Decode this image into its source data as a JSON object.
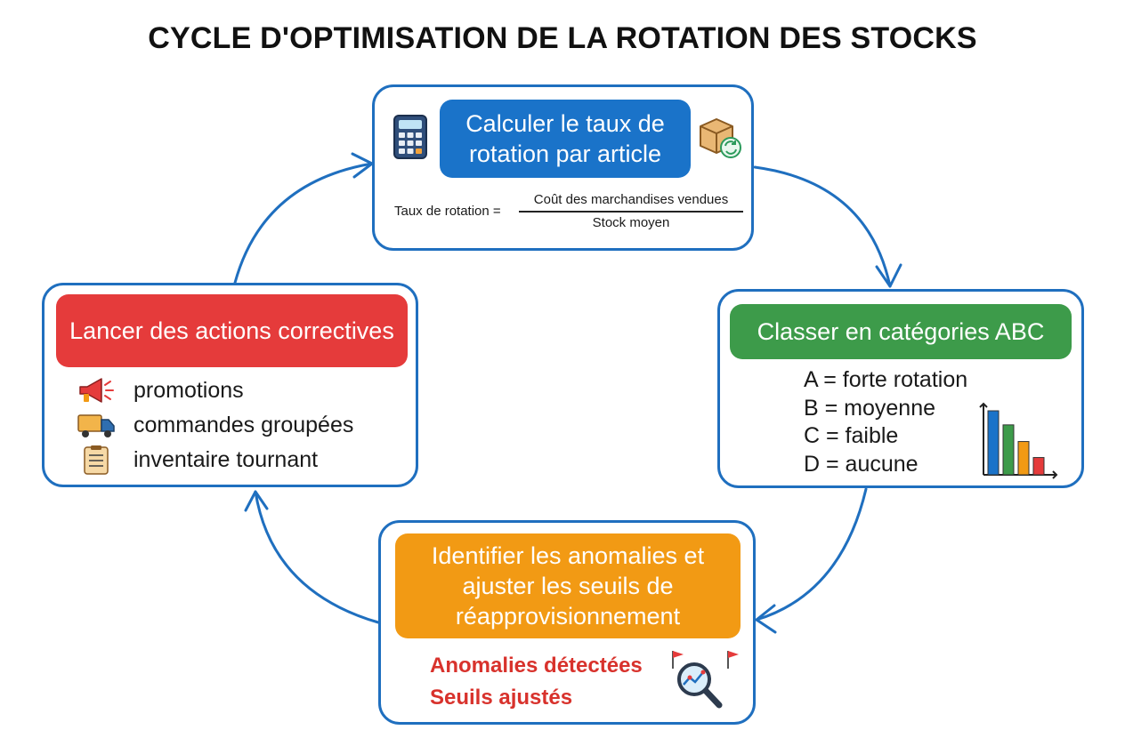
{
  "title": "CYCLE D'OPTIMISATION DE LA ROTATION DES STOCKS",
  "colors": {
    "cycle_blue": "#1f6fbf",
    "calc_header": "#1a73c9",
    "abc_header": "#3d9b4a",
    "anomaly_header": "#f29a14",
    "actions_header": "#e53b3b",
    "alert_text": "#d8322c"
  },
  "steps": {
    "calculate": {
      "header": "Calculer le taux de rotation par article",
      "formula": {
        "lhs": "Taux de rotation =",
        "numerator": "Coût des marchandises vendues",
        "denominator": "Stock moyen"
      },
      "icons": [
        "calculator-icon",
        "box-rotation-icon"
      ]
    },
    "classify": {
      "header": "Classer en catégories ABC",
      "items": [
        "A = forte rotation",
        "B = moyenne",
        "C = faible",
        "D = aucune"
      ],
      "icons": [
        "bar-chart-icon"
      ],
      "bar_chart_values": [
        1.0,
        0.78,
        0.52,
        0.27
      ]
    },
    "anomalies": {
      "header": "Identifier les anomalies et ajuster les seuils de réapprovisionnement",
      "lines": [
        "Anomalies détectées",
        "Seuils ajustés"
      ],
      "icons": [
        "magnifier-chart-icon"
      ]
    },
    "actions": {
      "header": "Lancer des actions correctives",
      "items": [
        {
          "label": "promotions",
          "icon": "megaphone-icon"
        },
        {
          "label": "commandes groupées",
          "icon": "truck-icon"
        },
        {
          "label": "inventaire tournant",
          "icon": "clipboard-icon"
        }
      ]
    }
  }
}
